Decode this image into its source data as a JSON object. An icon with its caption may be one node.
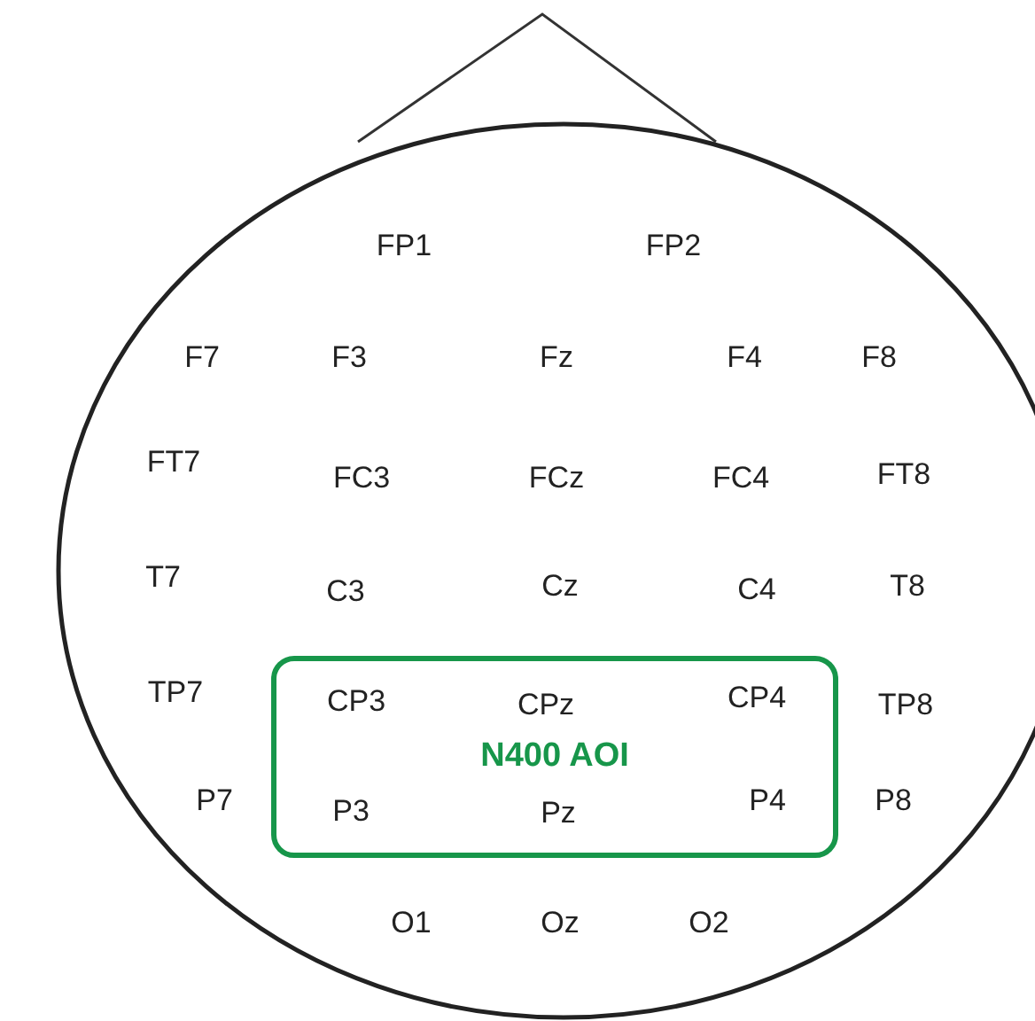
{
  "diagram": {
    "nodes": [
      {
        "text": [
          "N400 AOI"
        ]
      }
    ],
    "labels": [
      "FP1",
      "FP2",
      "F7",
      "F3",
      "Fz",
      "F4",
      "F8",
      "FT7",
      "FC3",
      "FCz",
      "FC4",
      "FT8",
      "T7",
      "C3",
      "Cz",
      "C4",
      "T8",
      "TP7",
      "CP3",
      "CPz",
      "CP4",
      "TP8",
      "P7",
      "P3",
      "Pz",
      "P4",
      "P8",
      "O1",
      "Oz",
      "O2"
    ]
  }
}
